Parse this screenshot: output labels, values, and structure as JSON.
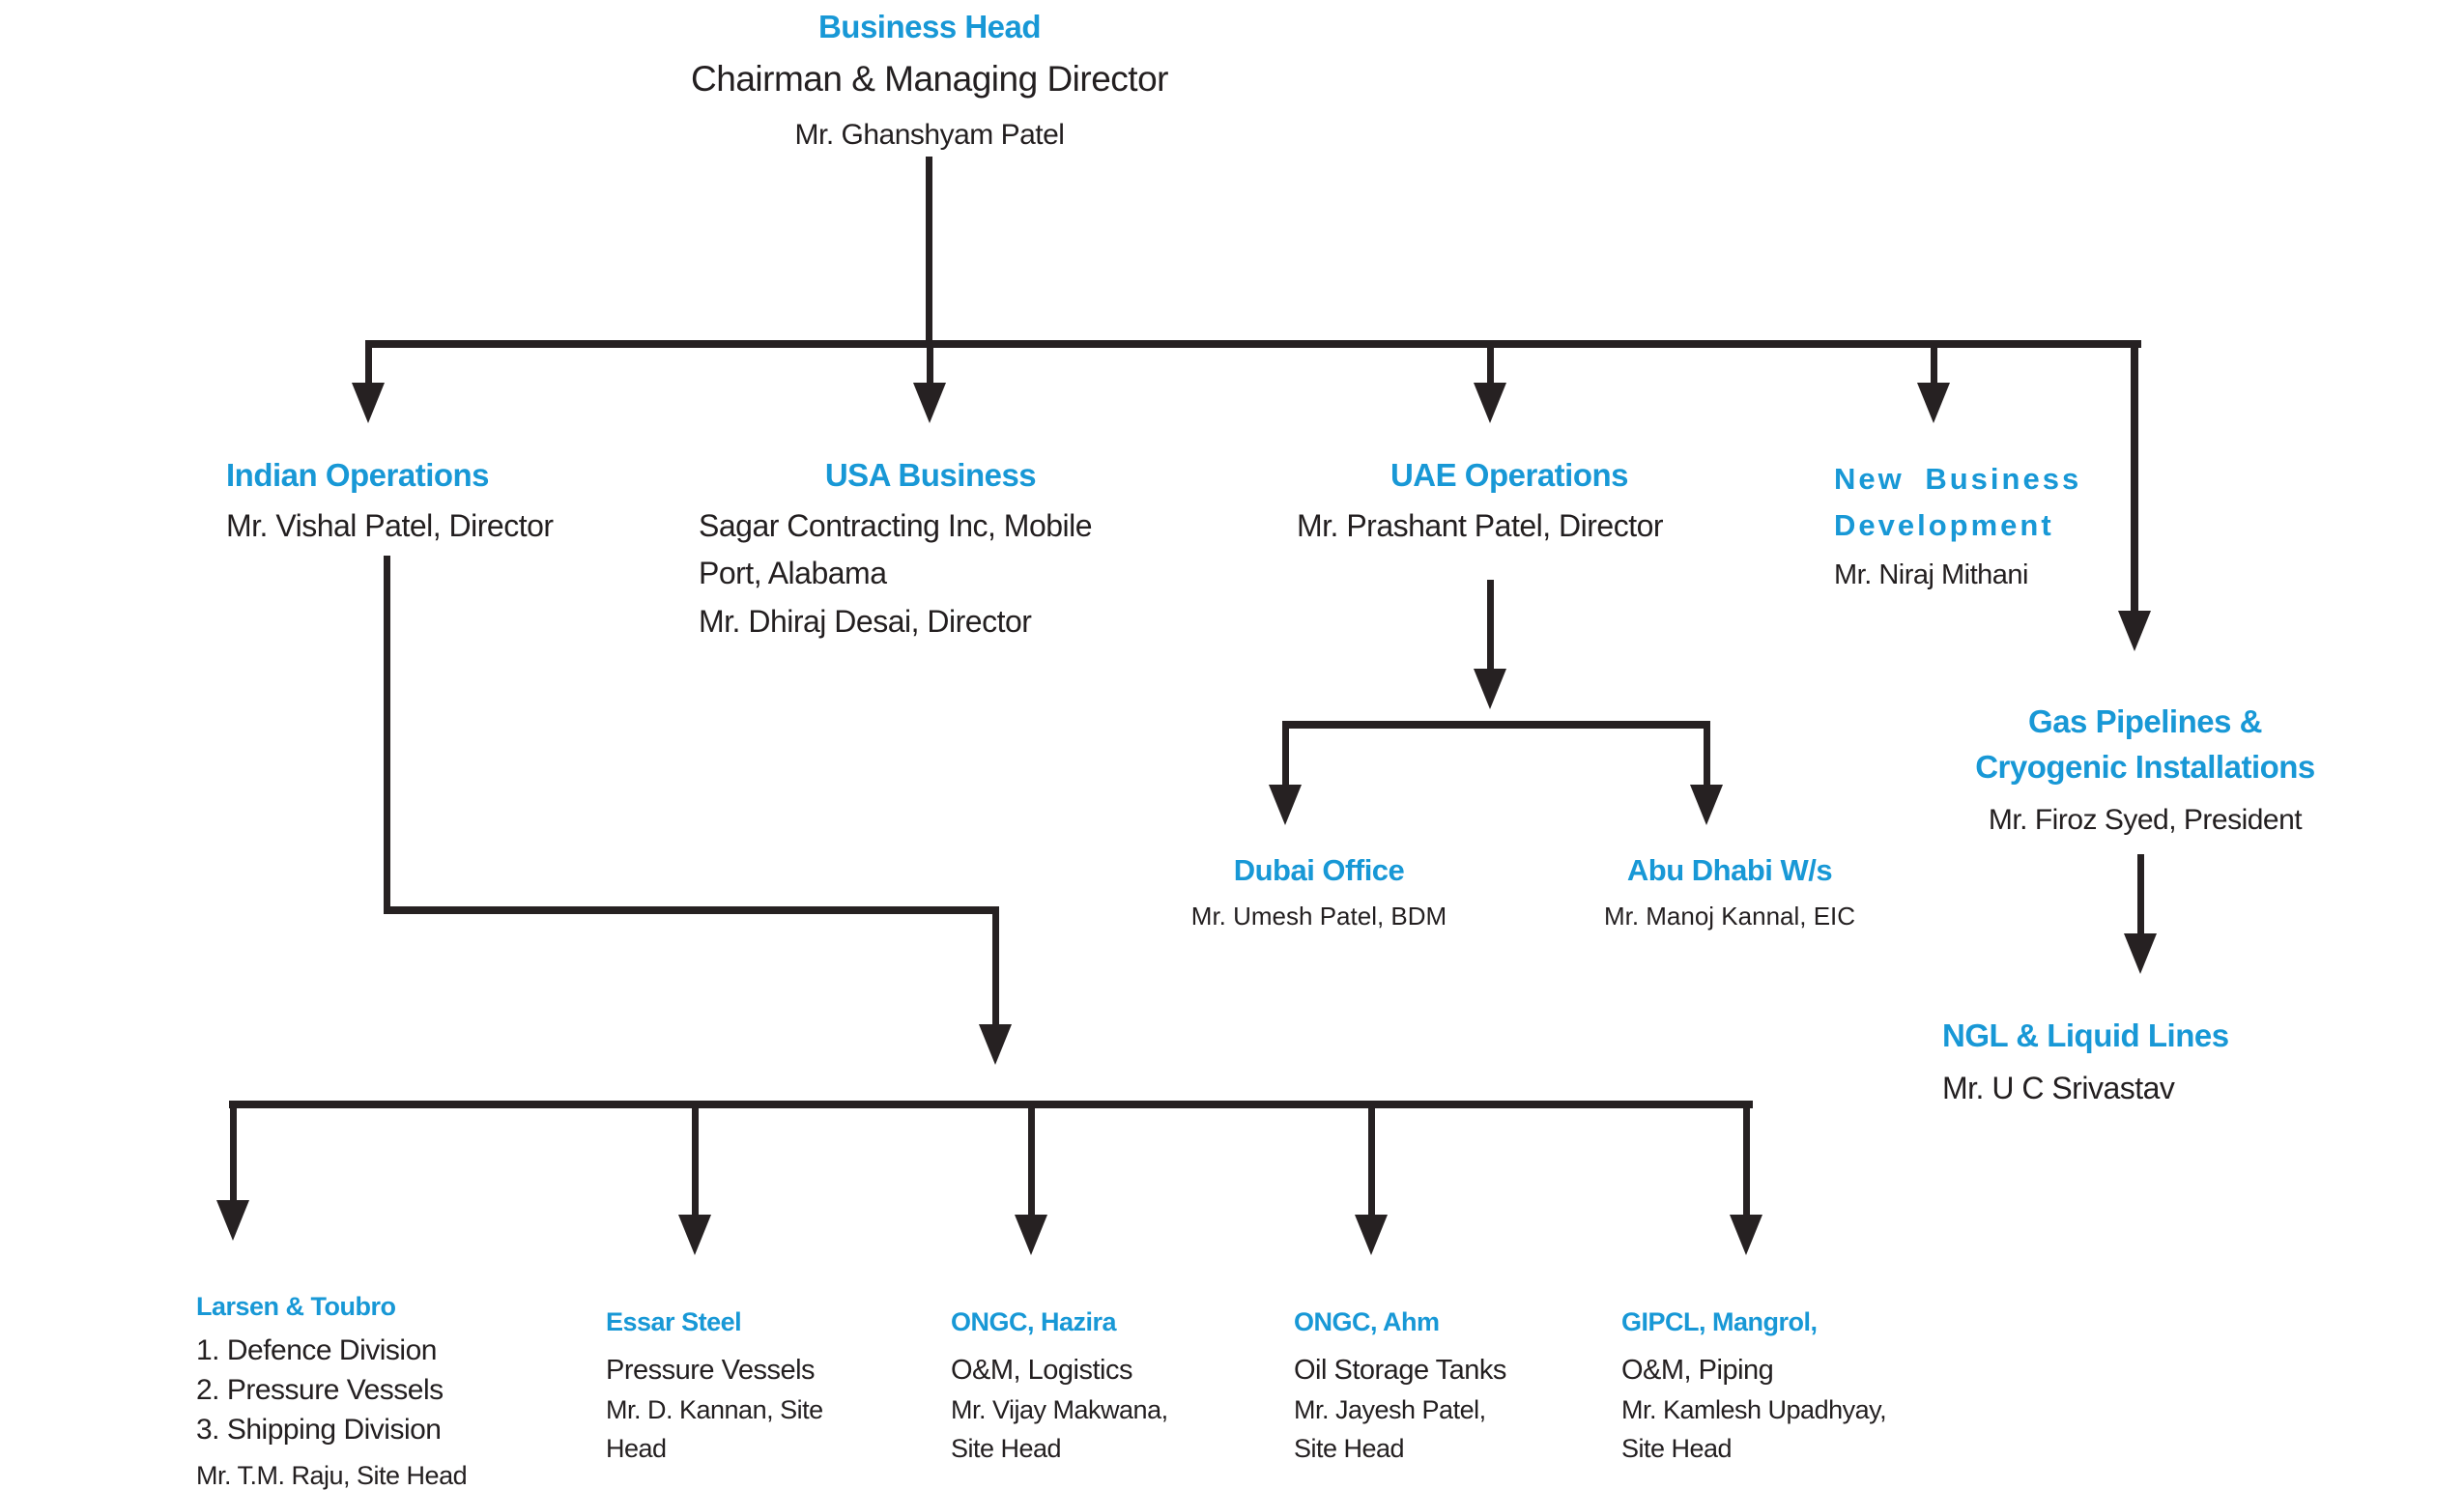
{
  "colors": {
    "accent": "#1898D6",
    "ink": "#231F20",
    "line": "#262122",
    "background": "#FFFFFF"
  },
  "nodes": {
    "business_head": {
      "title": "Business Head",
      "subtitle": "Chairman & Managing Director",
      "person": "Mr. Ghanshyam Patel"
    },
    "indian_operations": {
      "title": "Indian Operations",
      "person": "Mr. Vishal Patel, Director"
    },
    "usa_business": {
      "title": "USA Business",
      "line1": "Sagar Contracting Inc, Mobile",
      "line2": "Port, Alabama",
      "line3": "Mr. Dhiraj Desai, Director"
    },
    "uae_operations": {
      "title": "UAE Operations",
      "person": "Mr. Prashant Patel, Director"
    },
    "new_business_development": {
      "title_line1": "New Business",
      "title_line2": "Development",
      "person": "Mr. Niraj Mithani"
    },
    "gas_pipelines_cryogenic": {
      "title_line1": "Gas Pipelines &",
      "title_line2": "Cryogenic Installations",
      "person": "Mr. Firoz Syed, President"
    },
    "dubai_office": {
      "title": "Dubai Office",
      "person": "Mr. Umesh Patel, BDM"
    },
    "abu_dhabi_ws": {
      "title": "Abu Dhabi W/s",
      "person": "Mr. Manoj Kannal, EIC"
    },
    "ngl_liquid_lines": {
      "title": "NGL & Liquid Lines",
      "person": "Mr. U C Srivastav"
    },
    "larsen_toubro": {
      "title": "Larsen & Toubro",
      "item1": "1. Defence Division",
      "item2": "2. Pressure Vessels",
      "item3": "3. Shipping Division",
      "person": "Mr. T.M. Raju, Site Head"
    },
    "essar_steel": {
      "title": "Essar Steel",
      "scope": "Pressure Vessels",
      "person_line1": "Mr. D. Kannan, Site",
      "person_line2": "Head"
    },
    "ongc_hazira": {
      "title": "ONGC, Hazira",
      "scope": "O&M, Logistics",
      "person_line1": "Mr. Vijay Makwana,",
      "person_line2": "Site Head"
    },
    "ongc_ahm": {
      "title": "ONGC, Ahm",
      "scope": "Oil Storage Tanks",
      "person_line1": "Mr. Jayesh Patel,",
      "person_line2": "Site Head"
    },
    "gipcl_mangrol": {
      "title": "GIPCL, Mangrol,",
      "scope": "O&M, Piping",
      "person_line1": "Mr. Kamlesh Upadhyay,",
      "person_line2": "Site Head"
    }
  }
}
